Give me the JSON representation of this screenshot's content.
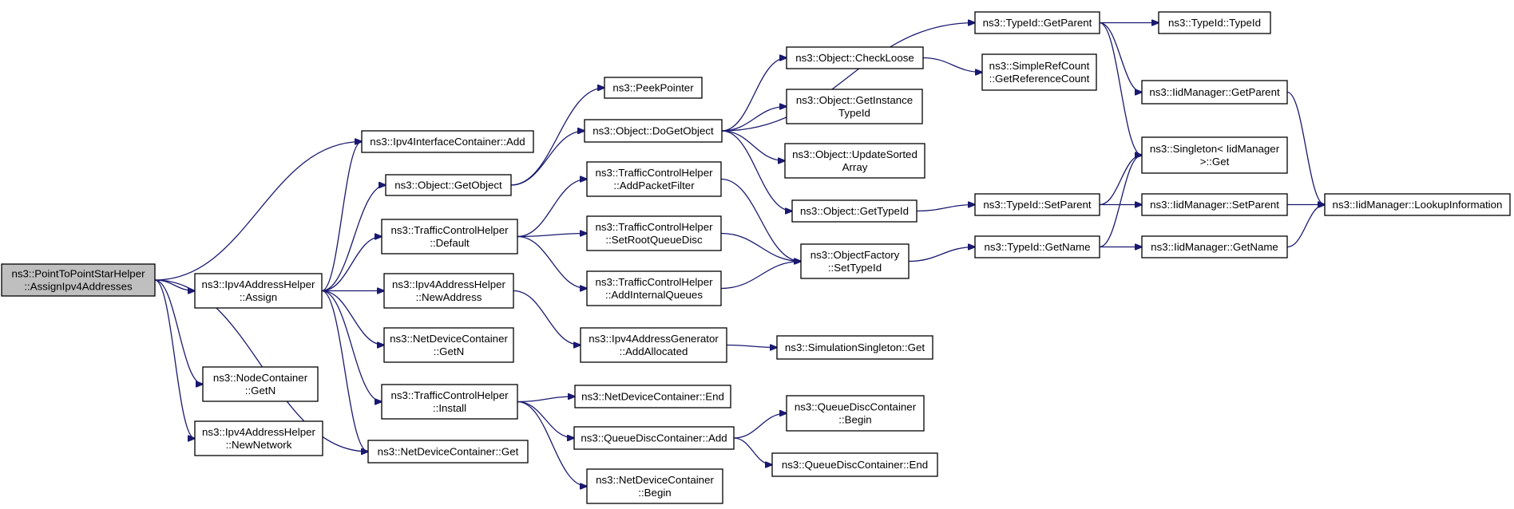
{
  "diagram": {
    "nodes": [
      {
        "id": "root",
        "lines": [
          "ns3::PointToPointStarHelper",
          "::AssignIpv4Addresses"
        ],
        "root": true
      },
      {
        "id": "ipv4ah_assign",
        "lines": [
          "ns3::Ipv4AddressHelper",
          "::Assign"
        ]
      },
      {
        "id": "nodec_getn",
        "lines": [
          "ns3::NodeContainer",
          "::GetN"
        ]
      },
      {
        "id": "ipv4ah_newnet",
        "lines": [
          "ns3::Ipv4AddressHelper",
          "::NewNetwork"
        ]
      },
      {
        "id": "ipv4ic_add",
        "lines": [
          "ns3::Ipv4InterfaceContainer::Add"
        ]
      },
      {
        "id": "obj_getobject",
        "lines": [
          "ns3::Object::GetObject"
        ]
      },
      {
        "id": "tch_default",
        "lines": [
          "ns3::TrafficControlHelper",
          "::Default"
        ]
      },
      {
        "id": "ipv4ah_newaddr",
        "lines": [
          "ns3::Ipv4AddressHelper",
          "::NewAddress"
        ]
      },
      {
        "id": "ndc_getn",
        "lines": [
          "ns3::NetDeviceContainer",
          "::GetN"
        ]
      },
      {
        "id": "tch_install",
        "lines": [
          "ns3::TrafficControlHelper",
          "::Install"
        ]
      },
      {
        "id": "ndc_get",
        "lines": [
          "ns3::NetDeviceContainer::Get"
        ]
      },
      {
        "id": "peekpointer",
        "lines": [
          "ns3::PeekPointer"
        ]
      },
      {
        "id": "obj_dogetobject",
        "lines": [
          "ns3::Object::DoGetObject"
        ]
      },
      {
        "id": "tch_addpf",
        "lines": [
          "ns3::TrafficControlHelper",
          "::AddPacketFilter"
        ]
      },
      {
        "id": "tch_setroot",
        "lines": [
          "ns3::TrafficControlHelper",
          "::SetRootQueueDisc"
        ]
      },
      {
        "id": "tch_addiq",
        "lines": [
          "ns3::TrafficControlHelper",
          "::AddInternalQueues"
        ]
      },
      {
        "id": "ipv4ag_addalloc",
        "lines": [
          "ns3::Ipv4AddressGenerator",
          "::AddAllocated"
        ]
      },
      {
        "id": "ndc_end",
        "lines": [
          "ns3::NetDeviceContainer::End"
        ]
      },
      {
        "id": "qdc_add",
        "lines": [
          "ns3::QueueDiscContainer::Add"
        ]
      },
      {
        "id": "ndc_begin",
        "lines": [
          "ns3::NetDeviceContainer",
          "::Begin"
        ]
      },
      {
        "id": "obj_checkloose",
        "lines": [
          "ns3::Object::CheckLoose"
        ]
      },
      {
        "id": "obj_getinst",
        "lines": [
          "ns3::Object::GetInstance",
          "TypeId"
        ]
      },
      {
        "id": "obj_updsorted",
        "lines": [
          "ns3::Object::UpdateSorted",
          "Array"
        ]
      },
      {
        "id": "obj_gettypeid",
        "lines": [
          "ns3::Object::GetTypeId"
        ]
      },
      {
        "id": "of_settypeid",
        "lines": [
          "ns3::ObjectFactory",
          "::SetTypeId"
        ]
      },
      {
        "id": "simsingleton_get",
        "lines": [
          "ns3::SimulationSingleton::Get"
        ]
      },
      {
        "id": "qdc_begin",
        "lines": [
          "ns3::QueueDiscContainer",
          "::Begin"
        ]
      },
      {
        "id": "qdc_end",
        "lines": [
          "ns3::QueueDiscContainer::End"
        ]
      },
      {
        "id": "typeid_getparent",
        "lines": [
          "ns3::TypeId::GetParent"
        ]
      },
      {
        "id": "src_getrefcount",
        "lines": [
          "ns3::SimpleRefCount",
          "::GetReferenceCount"
        ]
      },
      {
        "id": "typeid_setparent",
        "lines": [
          "ns3::TypeId::SetParent"
        ]
      },
      {
        "id": "typeid_getname",
        "lines": [
          "ns3::TypeId::GetName"
        ]
      },
      {
        "id": "typeid_typeid",
        "lines": [
          "ns3::TypeId::TypeId"
        ]
      },
      {
        "id": "iid_getparent",
        "lines": [
          "ns3::IidManager::GetParent"
        ]
      },
      {
        "id": "singleton_get",
        "lines": [
          "ns3::Singleton< IidManager",
          ">::Get"
        ]
      },
      {
        "id": "iid_setparent",
        "lines": [
          "ns3::IidManager::SetParent"
        ]
      },
      {
        "id": "iid_getname",
        "lines": [
          "ns3::IidManager::GetName"
        ]
      },
      {
        "id": "iid_lookup",
        "lines": [
          "ns3::IidManager::LookupInformation"
        ]
      }
    ],
    "edges": [
      {
        "from": "root",
        "to": "ipv4ah_assign"
      },
      {
        "from": "root",
        "to": "nodec_getn"
      },
      {
        "from": "root",
        "to": "ipv4ah_newnet"
      },
      {
        "from": "root",
        "to": "ipv4ic_add"
      },
      {
        "from": "root",
        "to": "ndc_get"
      },
      {
        "from": "ipv4ah_assign",
        "to": "ipv4ic_add"
      },
      {
        "from": "ipv4ah_assign",
        "to": "obj_getobject"
      },
      {
        "from": "ipv4ah_assign",
        "to": "tch_default"
      },
      {
        "from": "ipv4ah_assign",
        "to": "ipv4ah_newaddr"
      },
      {
        "from": "ipv4ah_assign",
        "to": "ndc_getn"
      },
      {
        "from": "ipv4ah_assign",
        "to": "tch_install"
      },
      {
        "from": "ipv4ah_assign",
        "to": "ndc_get"
      },
      {
        "from": "obj_getobject",
        "to": "peekpointer"
      },
      {
        "from": "obj_getobject",
        "to": "obj_dogetobject"
      },
      {
        "from": "tch_default",
        "to": "tch_addpf"
      },
      {
        "from": "tch_default",
        "to": "tch_setroot"
      },
      {
        "from": "tch_default",
        "to": "tch_addiq"
      },
      {
        "from": "ipv4ah_newaddr",
        "to": "ipv4ag_addalloc"
      },
      {
        "from": "tch_install",
        "to": "ndc_end"
      },
      {
        "from": "tch_install",
        "to": "qdc_add"
      },
      {
        "from": "tch_install",
        "to": "ndc_begin"
      },
      {
        "from": "obj_dogetobject",
        "to": "typeid_getparent"
      },
      {
        "from": "obj_dogetobject",
        "to": "obj_checkloose"
      },
      {
        "from": "obj_dogetobject",
        "to": "obj_getinst"
      },
      {
        "from": "obj_dogetobject",
        "to": "obj_updsorted"
      },
      {
        "from": "obj_dogetobject",
        "to": "obj_gettypeid"
      },
      {
        "from": "tch_addpf",
        "to": "of_settypeid"
      },
      {
        "from": "tch_setroot",
        "to": "of_settypeid"
      },
      {
        "from": "tch_addiq",
        "to": "of_settypeid"
      },
      {
        "from": "ipv4ag_addalloc",
        "to": "simsingleton_get"
      },
      {
        "from": "qdc_add",
        "to": "qdc_begin"
      },
      {
        "from": "qdc_add",
        "to": "qdc_end"
      },
      {
        "from": "obj_checkloose",
        "to": "src_getrefcount"
      },
      {
        "from": "obj_gettypeid",
        "to": "typeid_setparent"
      },
      {
        "from": "of_settypeid",
        "to": "typeid_getname"
      },
      {
        "from": "typeid_getparent",
        "to": "typeid_typeid"
      },
      {
        "from": "typeid_getparent",
        "to": "iid_getparent"
      },
      {
        "from": "typeid_getparent",
        "to": "singleton_get"
      },
      {
        "from": "typeid_setparent",
        "to": "singleton_get"
      },
      {
        "from": "typeid_setparent",
        "to": "iid_setparent"
      },
      {
        "from": "typeid_getname",
        "to": "singleton_get"
      },
      {
        "from": "typeid_getname",
        "to": "iid_getname"
      },
      {
        "from": "iid_getparent",
        "to": "iid_lookup"
      },
      {
        "from": "iid_setparent",
        "to": "iid_lookup"
      },
      {
        "from": "iid_getname",
        "to": "iid_lookup"
      }
    ]
  }
}
